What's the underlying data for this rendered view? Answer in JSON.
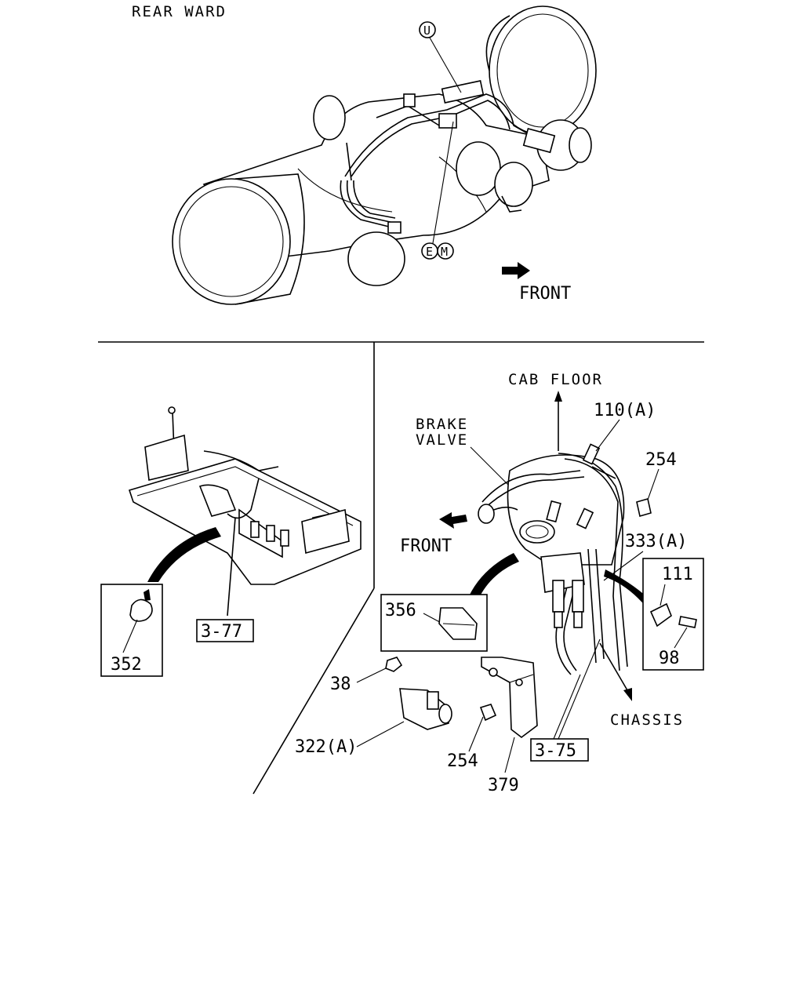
{
  "top_view": {
    "caption": "REAR WARD",
    "front_label": "FRONT",
    "callouts": {
      "u": "U",
      "e": "E",
      "m": "M"
    }
  },
  "left_view": {
    "part_352": "352",
    "ref_377": "3-77"
  },
  "right_view": {
    "cab_floor": "CAB FLOOR",
    "brake_valve_1": "BRAKE",
    "brake_valve_2": "VALVE",
    "front_label": "FRONT",
    "chassis_label": "CHASSIS",
    "parts": {
      "p110a": "110(A)",
      "p254_top": "254",
      "p333a": "333(A)",
      "p111": "111",
      "p98": "98",
      "p356": "356",
      "p38": "38",
      "p322a": "322(A)",
      "p254_bottom": "254",
      "p379": "379",
      "ref_375": "3-75"
    }
  }
}
